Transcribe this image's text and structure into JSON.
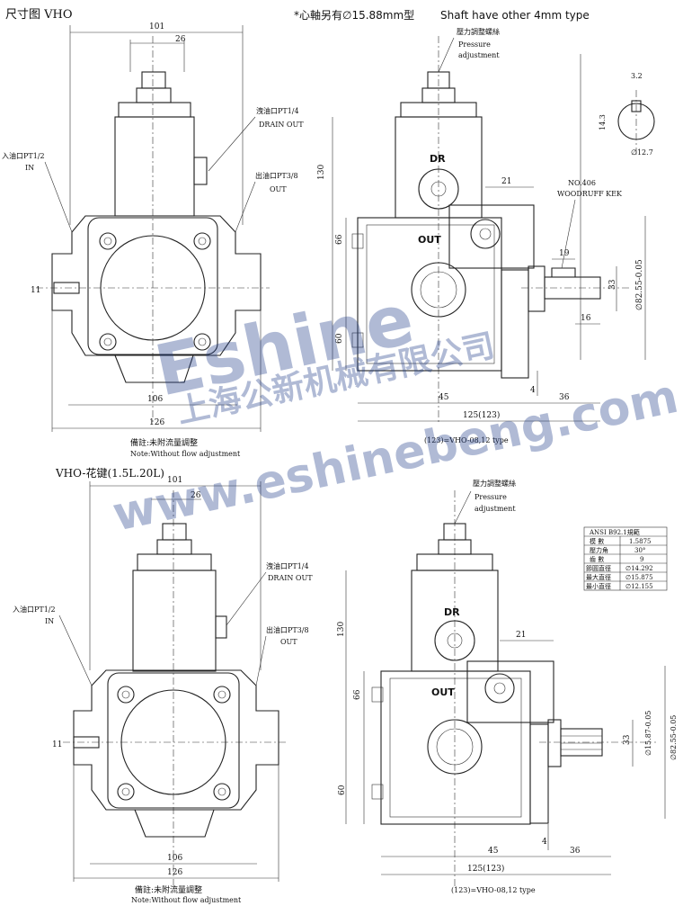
{
  "titles": {
    "top_left": "尺寸图 VHO",
    "top_center": "*心軸另有∅15.88mm型",
    "top_right": "Shaft have other 4mm type",
    "mid_left": "VHO-花键(1.5L.20L)"
  },
  "labels": {
    "pressure_cn": "壓力調整螺絲",
    "pressure_en1": "Pressure",
    "pressure_en2": "adjustment",
    "drain_cn": "洩油口PT1/4",
    "drain_en": "DRAIN OUT",
    "in_cn": "入油口PT1/2",
    "in_en": "IN",
    "out_cn": "出油口PT3/8",
    "out_en": "OUT",
    "note_cn": "備註:未附流量調整",
    "note_en": "Note:Without flow adjustment",
    "dr": "DR",
    "out": "OUT",
    "woodruff1": "NO.406",
    "woodruff2": "WOODRUFF KEK",
    "footnote": "(123)=VHO-08,12 type"
  },
  "dims": {
    "d101": "101",
    "d26": "26",
    "d106": "106",
    "d126": "126",
    "d11": "11",
    "d130": "130",
    "d66": "66",
    "d60": "60",
    "d21": "21",
    "d19": "19",
    "d33": "33",
    "d16": "16",
    "d45": "45",
    "d36": "36",
    "d4": "4",
    "d125": "125(123)",
    "d8255": "∅82.55-0.05",
    "d32": "3.2",
    "d143": "14.3",
    "d127": "∅12.7",
    "d1587": "∅15.87-0.05"
  },
  "spline_table": {
    "title": "ANSI B92.1規範",
    "rows": [
      [
        "模 數",
        "1.5875"
      ],
      [
        "壓力角",
        "30°"
      ],
      [
        "齒 數",
        "9"
      ],
      [
        "節圓直徑",
        "∅14.292"
      ],
      [
        "最大直徑",
        "∅15.875"
      ],
      [
        "最小直徑",
        "∅12.155"
      ]
    ]
  },
  "watermark": {
    "brand": "Eshine",
    "cn": "上海公新机械有限公司",
    "url": "www.eshinebeng.com"
  }
}
